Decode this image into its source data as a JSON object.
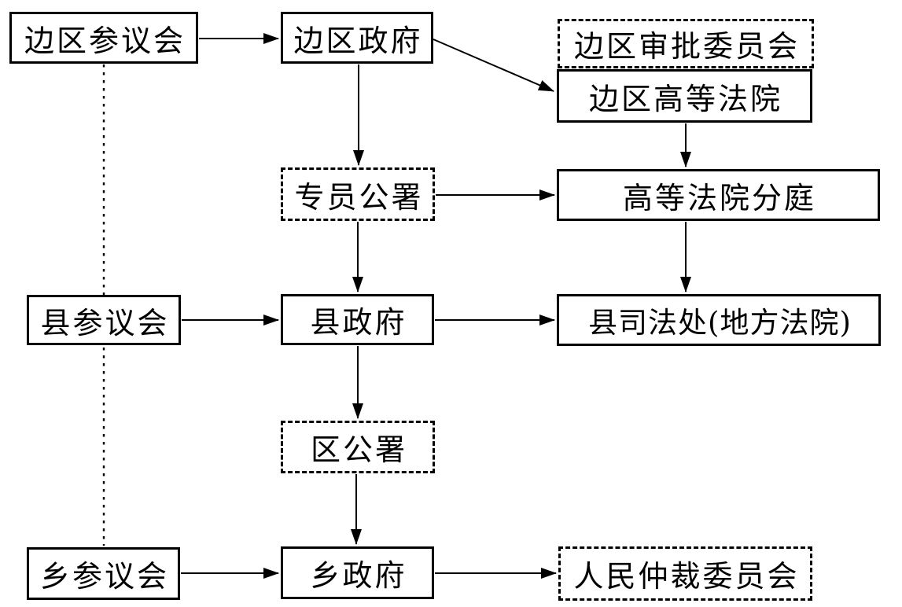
{
  "diagram": {
    "description": "Organization flowchart of border-region government and judicial bodies",
    "background_color": "#ffffff",
    "line_color": "#000000",
    "nodes": [
      {
        "id": "border-region-council",
        "label": "边区参议会",
        "border": "solid"
      },
      {
        "id": "border-region-government",
        "label": "边区政府",
        "border": "solid"
      },
      {
        "id": "border-region-review-committee",
        "label": "边区审批委员会",
        "border": "dashed"
      },
      {
        "id": "border-region-high-court",
        "label": "边区高等法院",
        "border": "solid"
      },
      {
        "id": "commissioner-office",
        "label": "专员公署",
        "border": "dashed"
      },
      {
        "id": "high-court-branch",
        "label": "高等法院分庭",
        "border": "solid"
      },
      {
        "id": "county-council",
        "label": "县参议会",
        "border": "solid"
      },
      {
        "id": "county-government",
        "label": "县政府",
        "border": "solid"
      },
      {
        "id": "county-judicial-office",
        "label": "县司法处(地方法院)",
        "border": "solid"
      },
      {
        "id": "district-office",
        "label": "区公署",
        "border": "dashed"
      },
      {
        "id": "township-council",
        "label": "乡参议会",
        "border": "solid"
      },
      {
        "id": "township-government",
        "label": "乡政府",
        "border": "solid"
      },
      {
        "id": "people-arbitration-committee",
        "label": "人民仲裁委员会",
        "border": "dashed"
      }
    ],
    "edges": [
      {
        "from": "border-region-council",
        "to": "border-region-government",
        "style": "arrow"
      },
      {
        "from": "border-region-government",
        "to": "border-region-high-court",
        "style": "arrow"
      },
      {
        "from": "border-region-government",
        "to": "commissioner-office",
        "style": "arrow"
      },
      {
        "from": "border-region-high-court",
        "to": "high-court-branch",
        "style": "arrow"
      },
      {
        "from": "commissioner-office",
        "to": "high-court-branch",
        "style": "arrow"
      },
      {
        "from": "commissioner-office",
        "to": "county-government",
        "style": "arrow"
      },
      {
        "from": "county-council",
        "to": "county-government",
        "style": "arrow"
      },
      {
        "from": "county-government",
        "to": "county-judicial-office",
        "style": "arrow"
      },
      {
        "from": "high-court-branch",
        "to": "county-judicial-office",
        "style": "arrow"
      },
      {
        "from": "county-government",
        "to": "district-office",
        "style": "arrow"
      },
      {
        "from": "district-office",
        "to": "township-government",
        "style": "arrow"
      },
      {
        "from": "township-council",
        "to": "township-government",
        "style": "arrow"
      },
      {
        "from": "township-government",
        "to": "people-arbitration-committee",
        "style": "arrow"
      },
      {
        "from": "border-region-council",
        "to": "township-council",
        "style": "dashed-line"
      }
    ]
  }
}
